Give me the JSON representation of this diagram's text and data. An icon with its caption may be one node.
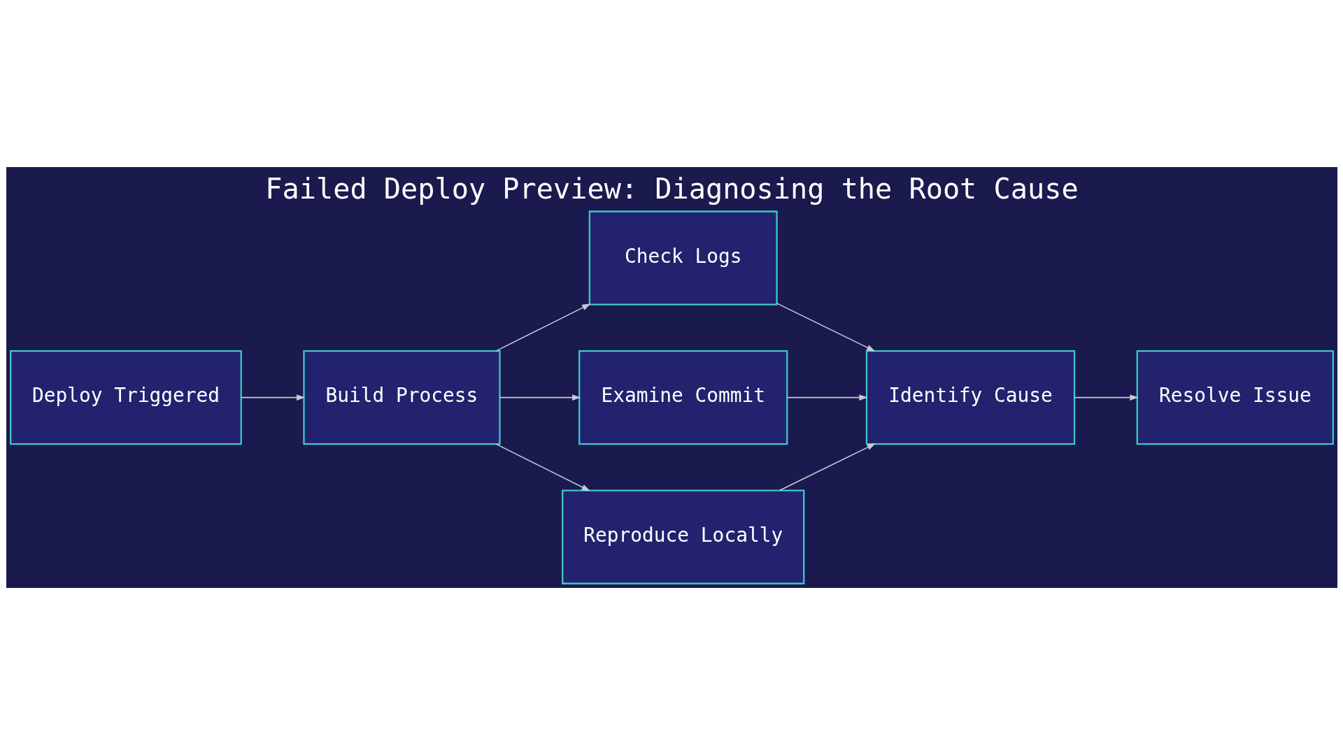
{
  "diagram": {
    "title": "Failed Deploy Preview: Diagnosing the Root Cause",
    "nodes": [
      {
        "text": [
          "Deploy Triggered"
        ]
      },
      {
        "text": [
          "Build Process"
        ]
      },
      {
        "text": [
          "Check Logs"
        ]
      },
      {
        "text": [
          "Examine Commit"
        ]
      },
      {
        "text": [
          "Reproduce Locally"
        ]
      },
      {
        "text": [
          "Identify Cause"
        ]
      },
      {
        "text": [
          "Resolve Issue"
        ]
      }
    ],
    "edges": [
      {
        "from": 0,
        "to": 1,
        "arrow": "to"
      },
      {
        "from": 1,
        "to": 2,
        "arrow": "to"
      },
      {
        "from": 1,
        "to": 3,
        "arrow": "to"
      },
      {
        "from": 1,
        "to": 4,
        "arrow": "to"
      },
      {
        "from": 2,
        "to": 5,
        "arrow": "to"
      },
      {
        "from": 3,
        "to": 5,
        "arrow": "to"
      },
      {
        "from": 4,
        "to": 5,
        "arrow": "to"
      },
      {
        "from": 5,
        "to": 6,
        "arrow": "to"
      }
    ]
  }
}
